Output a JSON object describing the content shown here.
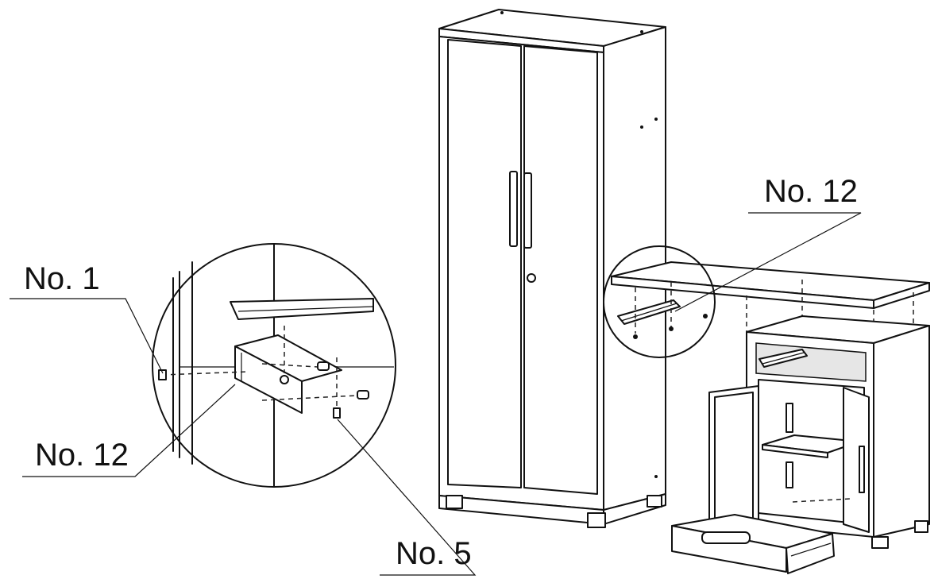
{
  "labels": {
    "left_top_part": "No. 1",
    "left_bottom_part": "No. 12",
    "bottom_part": "No. 5",
    "right_part": "No. 12"
  }
}
